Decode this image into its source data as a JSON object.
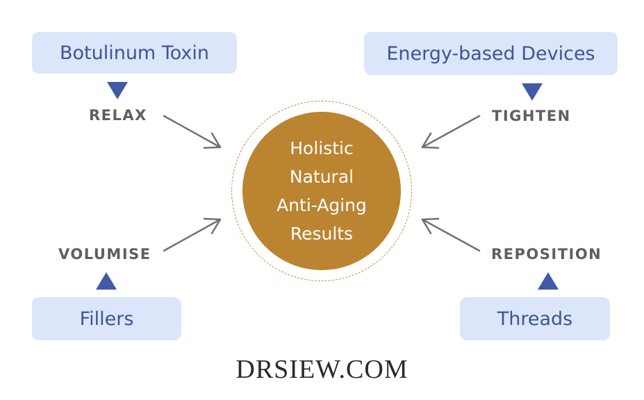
{
  "treatments": {
    "top_left": "Botulinum Toxin",
    "top_right": "Energy-based Devices",
    "bottom_left": "Fillers",
    "bottom_right": "Threads"
  },
  "actions": {
    "relax": "RELAX",
    "tighten": "TIGHTEN",
    "volumise": "VOLUMISE",
    "reposition": "REPOSITION"
  },
  "center": {
    "lines": [
      "Holistic",
      "Natural",
      "Anti-Aging",
      "Results"
    ]
  },
  "footer": {
    "logo": "DRSIEW.COM"
  },
  "colors": {
    "box_fill": "#dce6fb",
    "box_text": "#3f5396",
    "triangle": "#3f5aa9",
    "action_text": "#5f5f5f",
    "center_fill": "#bb8431",
    "arrow": "#707070"
  }
}
